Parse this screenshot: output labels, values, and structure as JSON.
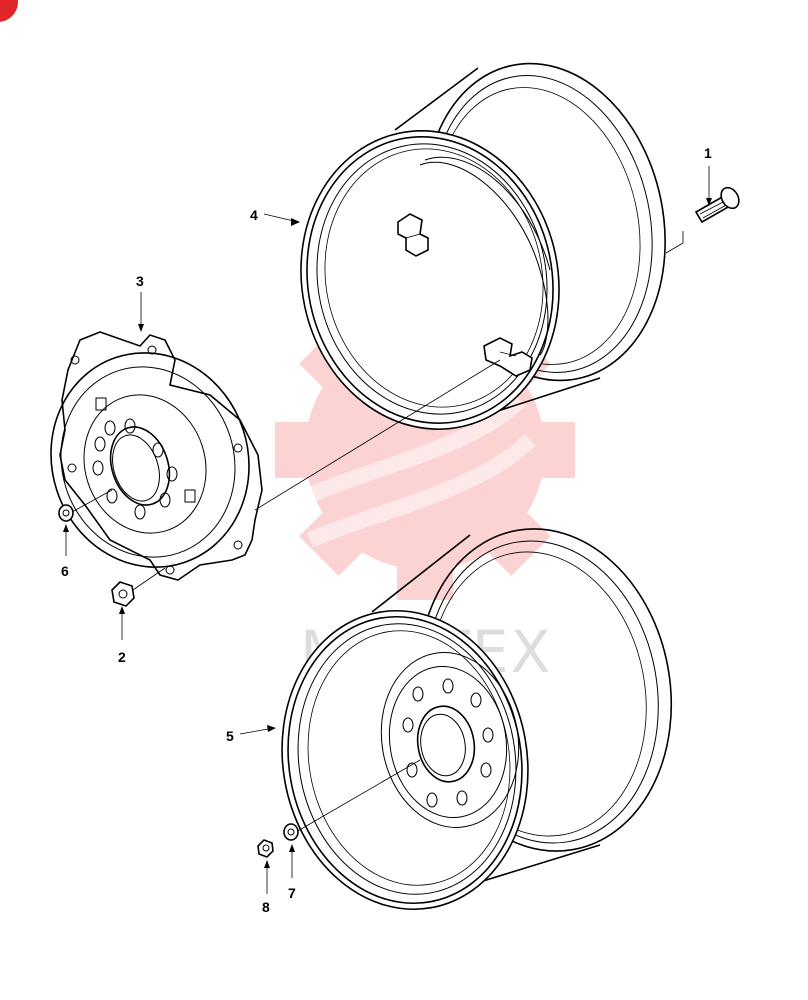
{
  "watermark": {
    "text": "МИРТЕХ",
    "color": "#ee3a3a"
  },
  "callouts": [
    {
      "id": "1",
      "label": "1"
    },
    {
      "id": "2",
      "label": "2"
    },
    {
      "id": "3",
      "label": "3"
    },
    {
      "id": "4",
      "label": "4"
    },
    {
      "id": "5",
      "label": "5"
    },
    {
      "id": "6",
      "label": "6"
    },
    {
      "id": "7",
      "label": "7"
    },
    {
      "id": "8",
      "label": "8"
    }
  ],
  "colors": {
    "line": "#000000",
    "brand_badge": "#e0262b"
  }
}
